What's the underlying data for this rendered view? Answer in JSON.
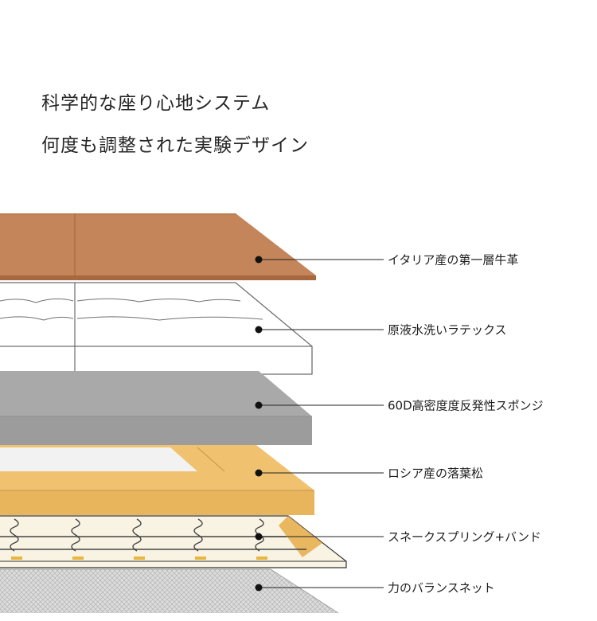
{
  "heading": {
    "line1": "科学的な座り心地システム",
    "line2": "何度も調整された実験デザイン"
  },
  "layers": [
    {
      "id": "leather",
      "label": "イタリア産の第一層牛革",
      "color": "#c38559"
    },
    {
      "id": "latex",
      "label": "原液水洗いラテックス",
      "color": "#ffffff"
    },
    {
      "id": "sponge",
      "label": "60D高密度度反発性スポンジ",
      "color": "#a9a9a9"
    },
    {
      "id": "larch",
      "label": "ロシア産の落葉松",
      "color": "#f0c26f"
    },
    {
      "id": "springs",
      "label": "スネークスプリング+バンド",
      "color": "#f8f3e3"
    },
    {
      "id": "net",
      "label": "力のバランスネット",
      "color": "#d6d6d6"
    }
  ]
}
